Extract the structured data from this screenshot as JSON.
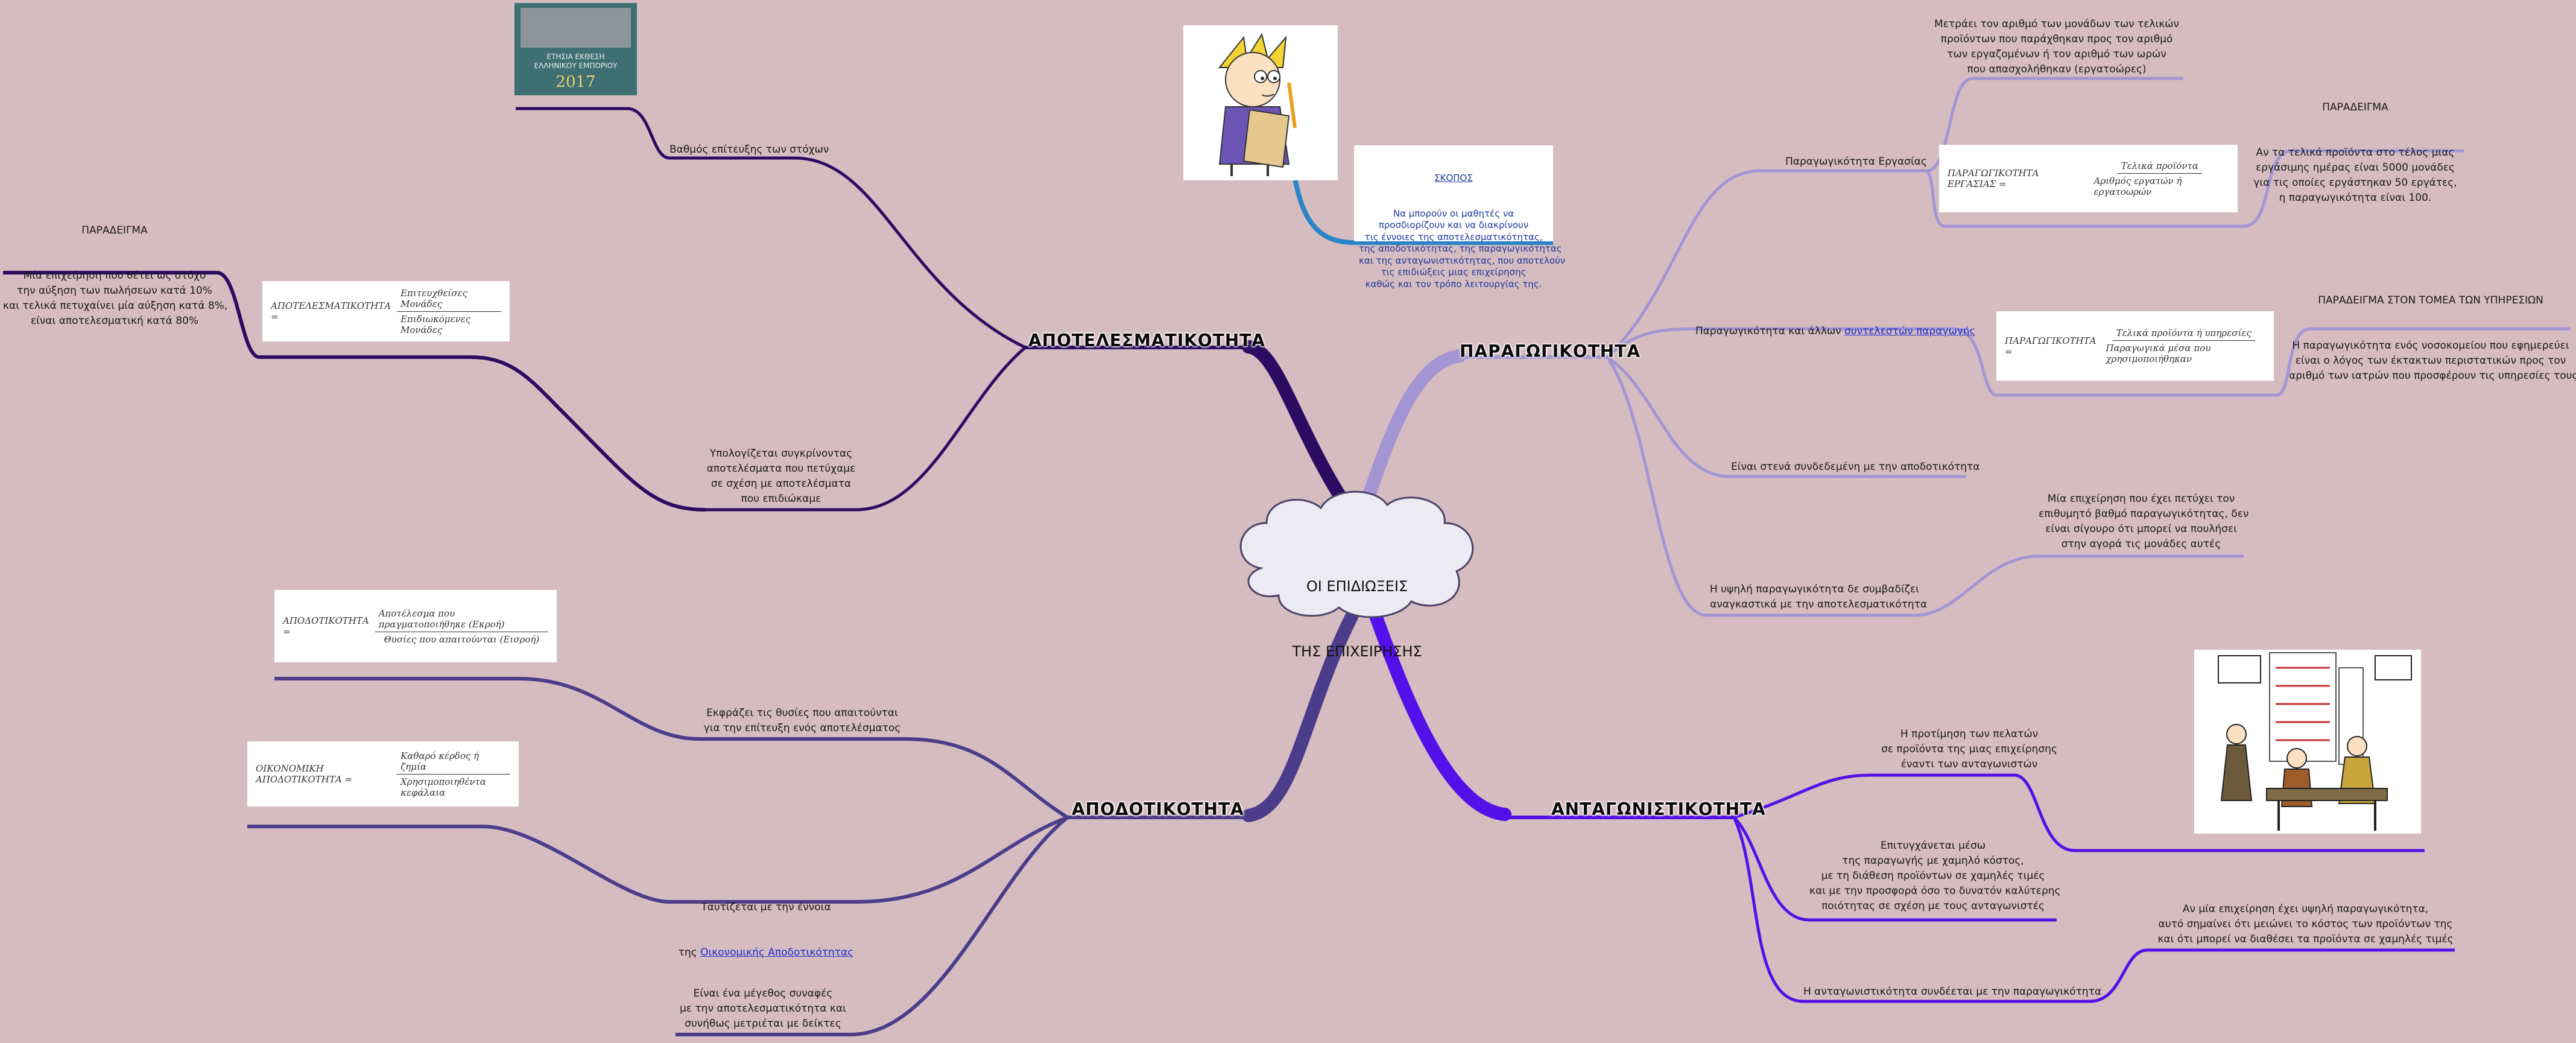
{
  "center": {
    "title_line1": "ΟΙ ΕΠΙΔΙΩΞΕΙΣ",
    "title_line2": "ΤΗΣ ΕΠΙΧΕΙΡΗΣΗΣ"
  },
  "branches": {
    "effectiveness": "ΑΠΟΤΕΛΕΣΜΑΤΙΚΟΤΗΤΑ",
    "productivity": "ΠΑΡΑΓΩΓΙΚΟΤΗΤΑ",
    "efficiency": "ΑΠΟΔΟΤΙΚΟΤΗΤΑ",
    "competitiveness": "ΑΝΤΑΓΩΝΙΣΤΙΚΟΤΗΤΑ"
  },
  "goal": {
    "title": "ΣΚΟΠΟΣ",
    "text": "Να μπορούν οι μαθητές να\nπροσδιορίζουν και να διακρίνουν\nτις έννοιες της αποτελεσματικότητας,\nτης αποδοτικότητας, της παραγωγικότητας\nκαι της ανταγωνιστικότητας, που αποτελούν\nτις επιδιώξεις μιας επιχείρησης\nκαθώς και τον τρόπο λειτουργίας της."
  },
  "book_cover": {
    "line1": "ΕΤΗΣΙΑ ΕΚΘΕΣΗ",
    "line2": "ΕΛΛΗΝΙΚΟΥ ΕΜΠΟΡΙΟΥ",
    "year": "2017"
  },
  "effectiveness": {
    "goal_degree": "Βαθμός επίτευξης των στόχων",
    "example_title": "ΠΑΡΑΔΕΙΓΜΑ",
    "example_text": "Μία επιχείρηση που θέτει ως στόχο\nτην αύξηση των πωλήσεων κατά 10%\nκαι τελικά πετυχαίνει μία αύξηση κατά 8%,\nείναι αποτελεσματική κατά 80%",
    "formula_label": "ΑΠΟΤΕΛΕΣΜΑΤΙΚΟΤΗΤΑ =",
    "formula_num": "Επιτευχθείσες Μονάδες",
    "formula_den": "Επιδιωκόμενες Μονάδες",
    "computed": "Υπολογίζεται συγκρίνοντας\nαποτελέσματα που πετύχαμε\nσε σχέση με αποτελέσματα\nπου επιδιώκαμε"
  },
  "efficiency": {
    "formula1_label": "ΑΠΟΔΟΤΙΚΟΤΗΤΑ =",
    "formula1_num": "Αποτέλεσμα που πραγματοποιήθηκε (Εκροή)",
    "formula1_den": "Θυσίες που απαιτούνται (Εισροή)",
    "sacrifices": "Εκφράζει τις θυσίες που απαιτούνται\nγια την επίτευξη ενός αποτελέσματος",
    "formula2_label": "ΟΙΚΟΝΟΜΙΚΗ ΑΠΟΔΟΤΙΚΟΤΗΤΑ =",
    "formula2_num": "Καθαρό κέρδος ή ζημία",
    "formula2_den": "Χρησιμοποιηθέντα κεφάλαια",
    "identified_prefix": "Ταυτίζεται με την έννοια",
    "identified_line2_prefix": "της ",
    "identified_link": "Οικονομικής Αποδοτικότητας",
    "magnitude": "Είναι ένα μέγεθος συναφές\nμε την αποτελεσματικότητα και\nσυνήθως μετριέται με δείκτες"
  },
  "productivity": {
    "labor": "Παραγωγικότητα Εργασίας",
    "measures": "Μετράει τον αριθμό των μονάδων των τελικών\nπροϊόντων που παράχθηκαν προς τον αριθμό\nτων εργαζομένων ή τον αριθμό των ωρών\nπου απασχολήθηκαν (εργατοώρες)",
    "formula1_label": "ΠΑΡΑΓΩΓΙΚΟΤΗΤΑ ΕΡΓΑΣΙΑΣ =",
    "formula1_num": "Τελικά προϊόντα",
    "formula1_den": "Αριθμός εργατών ή εργατοωρών",
    "example1_title": "ΠΑΡΑΔΕΙΓΜΑ",
    "example1_text": "Αν τα τελικά προϊόντα στο τέλος μιας\nεργάσιμης ημέρας είναι 5000 μονάδες\nγια τις οποίες εργάστηκαν 50 εργάτες,\nη παραγωγικότητα είναι 100.",
    "other_prefix": "Παραγωγικότητα και άλλων ",
    "other_link": "συντελεστών παραγωγής",
    "formula2_label": "ΠΑΡΑΓΩΓΙΚΟΤΗΤΑ =",
    "formula2_num": "Τελικά προϊόντα ή υπηρεσίες",
    "formula2_den": "Παραγωγικά μέσα που χρησιμοποιήθηκαν",
    "example2_title": "ΠΑΡΑΔΕΙΓΜΑ ΣΤΟΝ ΤΟΜΕΑ ΤΩΝ ΥΠΗΡΕΣΙΩΝ",
    "example2_text": "Η παραγωγικότητα ενός νοσοκομείου που εφημερεύει\nείναι ο λόγος των έκτακτων περιστατικών προς τον\nαριθμό των ιατρών που προσφέρουν τις υπηρεσίες τους",
    "related": "Είναι στενά συνδεδεμένη με την αποδοτικότητα",
    "high_company": "Μία επιχείρηση που έχει πετύχει τον\nεπιθυμητό βαθμό παραγωγικότητας, δεν\nείναι σίγουρο ότι μπορεί να πουλήσει\nστην αγορά τις μονάδες αυτές",
    "high_not": "Η υψηλή παραγωγικότητα δε συμβαδίζει\nαναγκαστικά με την αποτελεσματικότητα"
  },
  "competitiveness": {
    "preference": "Η προτίμηση των πελατών\nσε προϊόντα της μιας επιχείρησης\nέναντι των ανταγωνιστών",
    "achieved": "Επιτυγχάνεται μέσω\nτης παραγωγής με χαμηλό κόστος,\nμε τη διάθεση προϊόντων σε χαμηλές τιμές\nκαι με την προσφορά όσο το δυνατόν καλύτερης\nποιότητας σε σχέση με τους ανταγωνιστές",
    "linked": "Η ανταγωνιστικότητα συνδέεται με την παραγωγικότητα",
    "high_company": "Αν μία επιχείρηση έχει υψηλή παραγωγικότητα,\nαυτό σημαίνει ότι μειώνει το κόστος των προϊόντων της\nκαι ότι μπορεί να διαθέσει τα προϊόντα σε χαμηλές τιμές"
  },
  "colors": {
    "background": "#d5bcc0",
    "effectiveness": "#2b0c62",
    "efficiency": "#4b3d8a",
    "productivity": "#a394d2",
    "competitiveness": "#5410e8",
    "goal": "#2a85c8"
  }
}
